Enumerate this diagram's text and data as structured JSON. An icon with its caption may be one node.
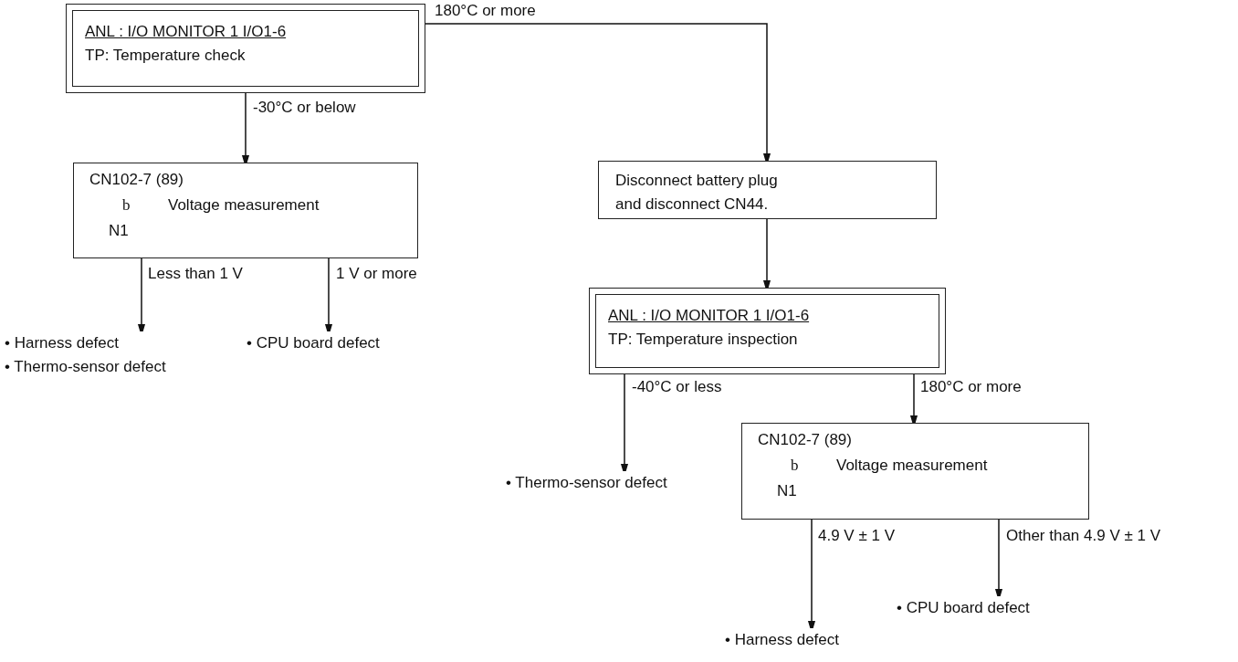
{
  "diagram": {
    "nodes": [
      {
        "text": [
          "ANL : I/O MONITOR 1 I/O1-6",
          "TP: Temperature check"
        ]
      },
      {
        "text": [
          "CN102-7 (89)",
          "b",
          "Voltage measurement",
          "N1"
        ]
      },
      {
        "text": [
          "• Harness defect",
          "• Thermo-sensor defect"
        ]
      },
      {
        "text": [
          "• CPU board defect"
        ]
      },
      {
        "text": [
          "Disconnect battery plug and disconnect CN44."
        ]
      },
      {
        "text": [
          "ANL : I/O MONITOR 1 I/O1-6",
          "TP: Temperature inspection"
        ]
      },
      {
        "text": [
          "• Thermo-sensor defect"
        ]
      },
      {
        "text": [
          "CN102-7 (89)",
          "b",
          "Voltage measurement",
          "N1"
        ]
      },
      {
        "text": [
          "• CPU board defect"
        ]
      },
      {
        "text": [
          "• Harness defect"
        ]
      }
    ],
    "edges": [
      {
        "from": 0,
        "to": 1,
        "arrow": "to",
        "label": "-30°C or below"
      },
      {
        "from": 1,
        "to": 2,
        "arrow": "to",
        "label": "Less than 1 V"
      },
      {
        "from": 1,
        "to": 3,
        "arrow": "to",
        "label": "1 V or more"
      },
      {
        "from": 0,
        "to": 4,
        "arrow": "to",
        "label": "180°C or more"
      },
      {
        "from": 4,
        "to": 5,
        "arrow": "to"
      },
      {
        "from": 5,
        "to": 6,
        "arrow": "to",
        "label": "-40°C or less"
      },
      {
        "from": 5,
        "to": 7,
        "arrow": "to",
        "label": "180°C or more"
      },
      {
        "from": 7,
        "to": 9,
        "arrow": "to",
        "label": "4.9 V ± 1 V"
      },
      {
        "from": 7,
        "to": 8,
        "arrow": "to",
        "label": "Other than 4.9 V ± 1 V"
      }
    ]
  }
}
